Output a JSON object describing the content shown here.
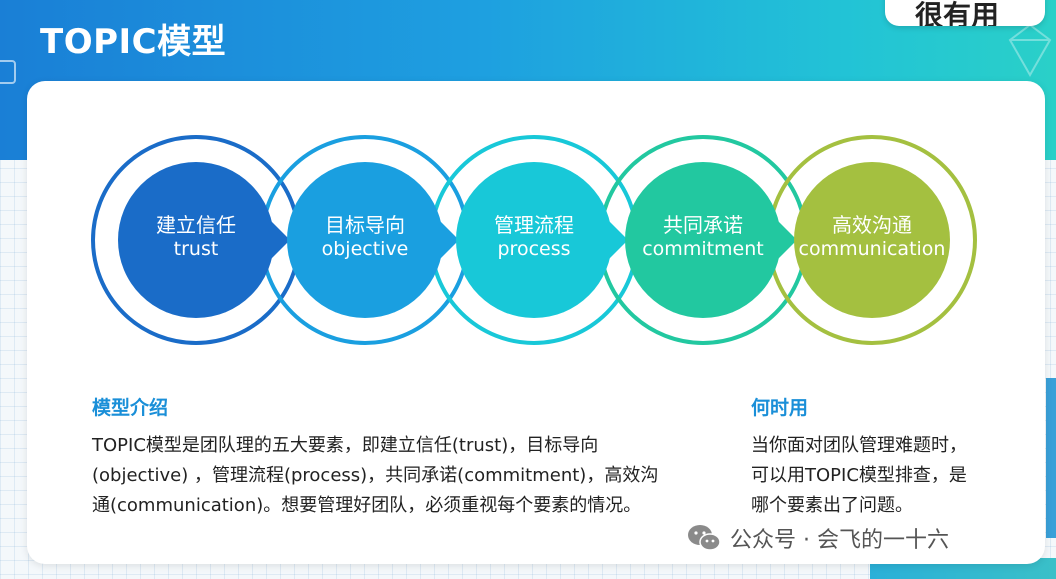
{
  "header": {
    "title": "TOPIC模型",
    "tab_text": "很有用"
  },
  "colors": {
    "trust": "#1a6cc8",
    "objective": "#1a9fe0",
    "process": "#18c8d8",
    "commitment": "#22c8a0",
    "communication": "#a4c040"
  },
  "elements": [
    {
      "zh": "建立信任",
      "en": "trust"
    },
    {
      "zh": "目标导向",
      "en": "objective"
    },
    {
      "zh": "管理流程",
      "en": "process"
    },
    {
      "zh": "共同承诺",
      "en": "commitment"
    },
    {
      "zh": "高效沟通",
      "en": "communication"
    }
  ],
  "intro": {
    "heading": "模型介绍",
    "line1": "TOPIC模型是团队理的五大要素，即建立信任(trust)，目标导向",
    "line2": "(objective) ，管理流程(process)，共同承诺(commitment)，高效沟",
    "line3": "通(communication)。想要管理好团队，必须重视每个要素的情况。"
  },
  "when": {
    "heading": "何时用",
    "line1": "当你面对团队管理难题时，",
    "line2": "可以用TOPIC模型排查，是",
    "line3": "哪个要素出了问题。"
  },
  "watermark": {
    "icon": "wechat-icon",
    "text": "公众号 · 会飞的一十六"
  }
}
